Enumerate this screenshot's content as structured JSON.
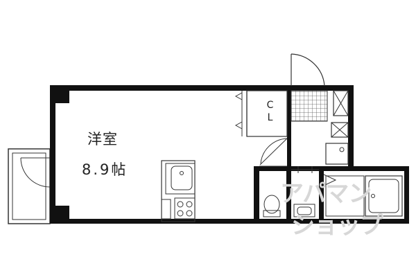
{
  "rooms": {
    "western_room": "洋室",
    "western_room_size": "8.9帖",
    "closet_line1": "C",
    "closet_line2": "L"
  },
  "watermark": {
    "line1": "アパマン",
    "line2": "ショップ"
  },
  "colors": {
    "wall": "#111111",
    "line": "#333333",
    "watermark": "#d7d7d7"
  }
}
